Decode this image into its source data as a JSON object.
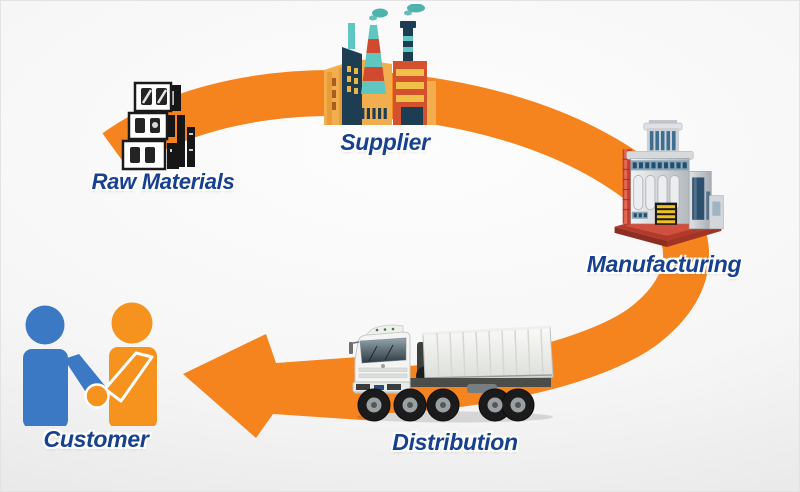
{
  "diagram": {
    "type": "supply-chain-cycle",
    "arrow_color": "#f5831e",
    "label_color": "#17418f",
    "nodes": [
      {
        "id": "raw-materials",
        "label": "Raw Materials",
        "icon": "stacked-blocks-icon"
      },
      {
        "id": "supplier",
        "label": "Supplier",
        "icon": "factory-icon"
      },
      {
        "id": "manufacturing",
        "label": "Manufacturing",
        "icon": "industrial-building-icon"
      },
      {
        "id": "distribution",
        "label": "Distribution",
        "icon": "dump-truck-icon"
      },
      {
        "id": "customer",
        "label": "Customer",
        "icon": "handshake-people-icon"
      }
    ],
    "flow_order": [
      "Raw Materials",
      "Supplier",
      "Manufacturing",
      "Distribution",
      "Customer"
    ],
    "colors": {
      "customer_left_person": "#3c79c4",
      "customer_right_person": "#f6921e",
      "factory_teal": "#5fc6c0",
      "factory_red": "#d4512d",
      "factory_navy": "#1d3d52",
      "factory_yellow": "#f2ae4e"
    }
  }
}
